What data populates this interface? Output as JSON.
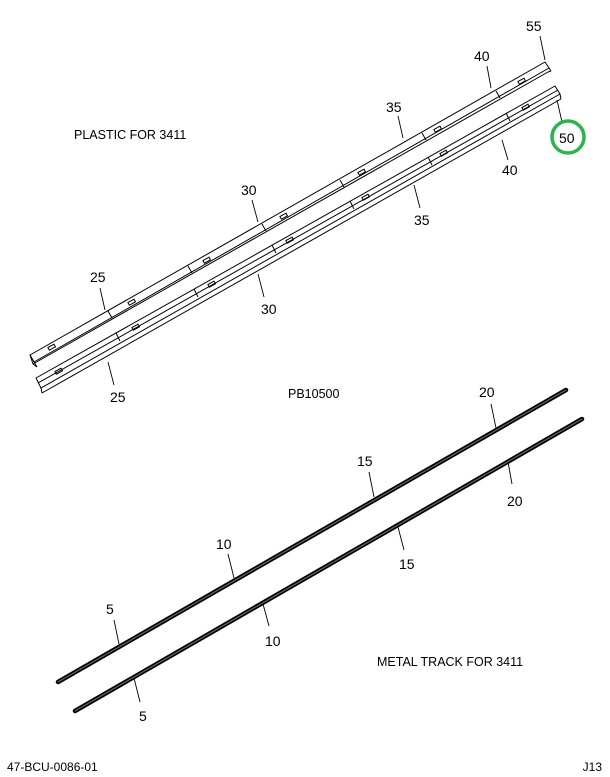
{
  "notes": {
    "plastic": "PLASTIC FOR 3411",
    "metal": "METAL TRACK FOR 3411",
    "drawing_ref": "PB10500"
  },
  "callouts": {
    "upper_55": "55",
    "upper_40_top": "40",
    "upper_35_top": "35",
    "upper_30_top": "30",
    "upper_25_top": "25",
    "upper_50": "50",
    "upper_40_bottom": "40",
    "upper_35_bottom": "35",
    "upper_30_bottom": "30",
    "upper_25_bottom": "25",
    "lower_20_top": "20",
    "lower_15_top": "15",
    "lower_10_top": "10",
    "lower_5_top": "5",
    "lower_20_bottom": "20",
    "lower_15_bottom": "15",
    "lower_10_bottom": "10",
    "lower_5_bottom": "5"
  },
  "highlight": {
    "color": "#2db34a"
  },
  "footer": {
    "left": "47-BCU-0086-01",
    "right": "J13"
  }
}
